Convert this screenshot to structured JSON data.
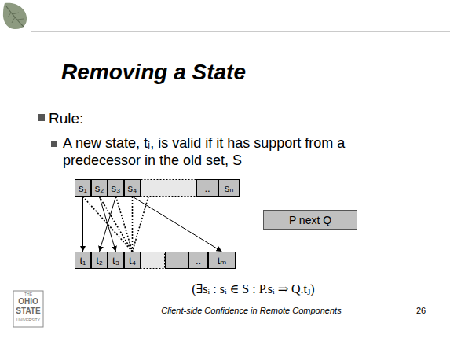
{
  "diagram": {
    "title": "Removing a State",
    "nodes": [
      {
        "text": [
          "s₁"
        ]
      },
      {
        "text": [
          "s₂"
        ]
      },
      {
        "text": [
          "s₃"
        ]
      },
      {
        "text": [
          "s₄"
        ]
      },
      {
        "text": [
          ".."
        ]
      },
      {
        "text": [
          "sₙ"
        ]
      },
      {
        "text": [
          "P next Q"
        ]
      },
      {
        "text": [
          "t₁"
        ]
      },
      {
        "text": [
          "t₂"
        ]
      },
      {
        "text": [
          "t₃"
        ]
      },
      {
        "text": [
          "t₄"
        ]
      },
      {
        "text": [
          ".."
        ]
      },
      {
        "text": [
          "tₘ"
        ]
      }
    ],
    "edges": [
      {
        "from": 0,
        "to": 7,
        "arrow": "to"
      },
      {
        "from": 1,
        "to": 9,
        "arrow": "to"
      },
      {
        "from": 2,
        "to": 8,
        "arrow": "to"
      },
      {
        "from": 3,
        "to": 12,
        "arrow": "to"
      },
      {
        "from": 0,
        "to": 10,
        "arrow": "none"
      },
      {
        "from": 1,
        "to": 10,
        "arrow": "none"
      },
      {
        "from": 2,
        "to": 10,
        "arrow": "none"
      },
      {
        "from": 3,
        "to": 10,
        "arrow": "none"
      }
    ],
    "labels": [
      "Rule:",
      "A new state, tⱼ, is valid if it has support from a predecessor in the old set, S",
      "(∃sᵢ : sᵢ ∈ S : P.sᵢ ⇒ Q.tⱼ)",
      "Client-side Confidence in Remote Components",
      "26",
      "THE",
      "OHIO",
      "STATE",
      "UNIVERSITY"
    ]
  }
}
